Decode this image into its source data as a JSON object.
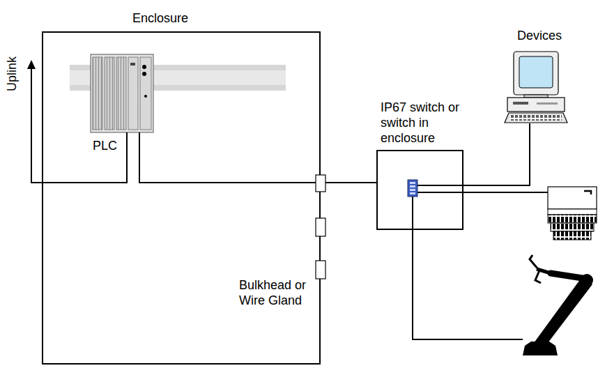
{
  "diagram": {
    "nodes": [
      {
        "text": [
          "Enclosure"
        ]
      },
      {
        "text": [
          "PLC"
        ],
        "in": 0
      },
      {
        "text": [
          "IP67 switch or switch in enclosure"
        ]
      }
    ],
    "edges": [
      {
        "from": 1,
        "to": 2,
        "arrow": "none"
      }
    ],
    "labels": [
      "Uplink",
      "Bulkhead or Wire Gland",
      "Devices"
    ]
  }
}
